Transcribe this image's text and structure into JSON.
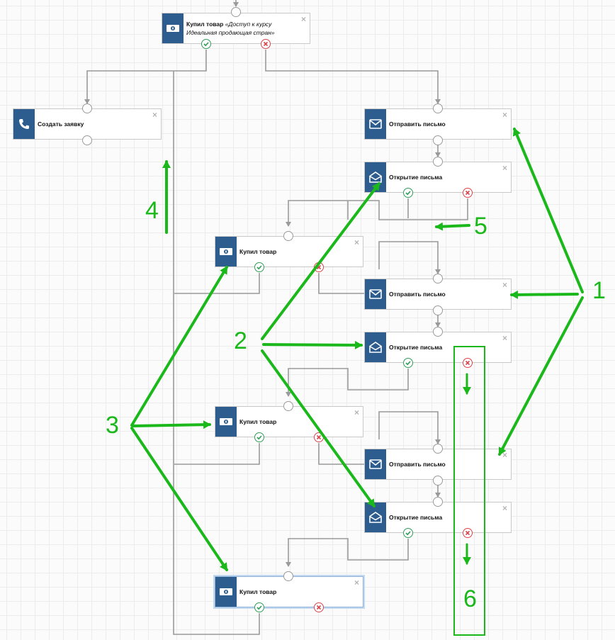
{
  "nodes": {
    "buy_top": {
      "title": "Купил товар",
      "subtitle": "«Доступ к курсу Идеальная продающая стран»"
    },
    "create": {
      "title": "Создать заявку"
    },
    "send1": {
      "title": "Отправить письмо"
    },
    "open1": {
      "title": "Открытие письма"
    },
    "buy1": {
      "title": "Купил товар"
    },
    "send2": {
      "title": "Отправить письмо"
    },
    "open2": {
      "title": "Открытие письма"
    },
    "buy2": {
      "title": "Купил товар"
    },
    "send3": {
      "title": "Отправить письмо"
    },
    "open3": {
      "title": "Открытие письма"
    },
    "buy3": {
      "title": "Купил товар"
    }
  },
  "close_glyph": "×",
  "annotations": {
    "n1": "1",
    "n2": "2",
    "n3": "3",
    "n4": "4",
    "n5": "5",
    "n6": "6"
  },
  "colors": {
    "icon_bg": "#2d5c8e",
    "annotation": "#1ab81a",
    "connector": "#9a9a9a",
    "success": "#2e9e55",
    "fail": "#d9444a"
  },
  "icons": {
    "buy": "money-icon",
    "create": "phone-icon",
    "send": "envelope-icon",
    "open": "open-envelope-icon"
  }
}
